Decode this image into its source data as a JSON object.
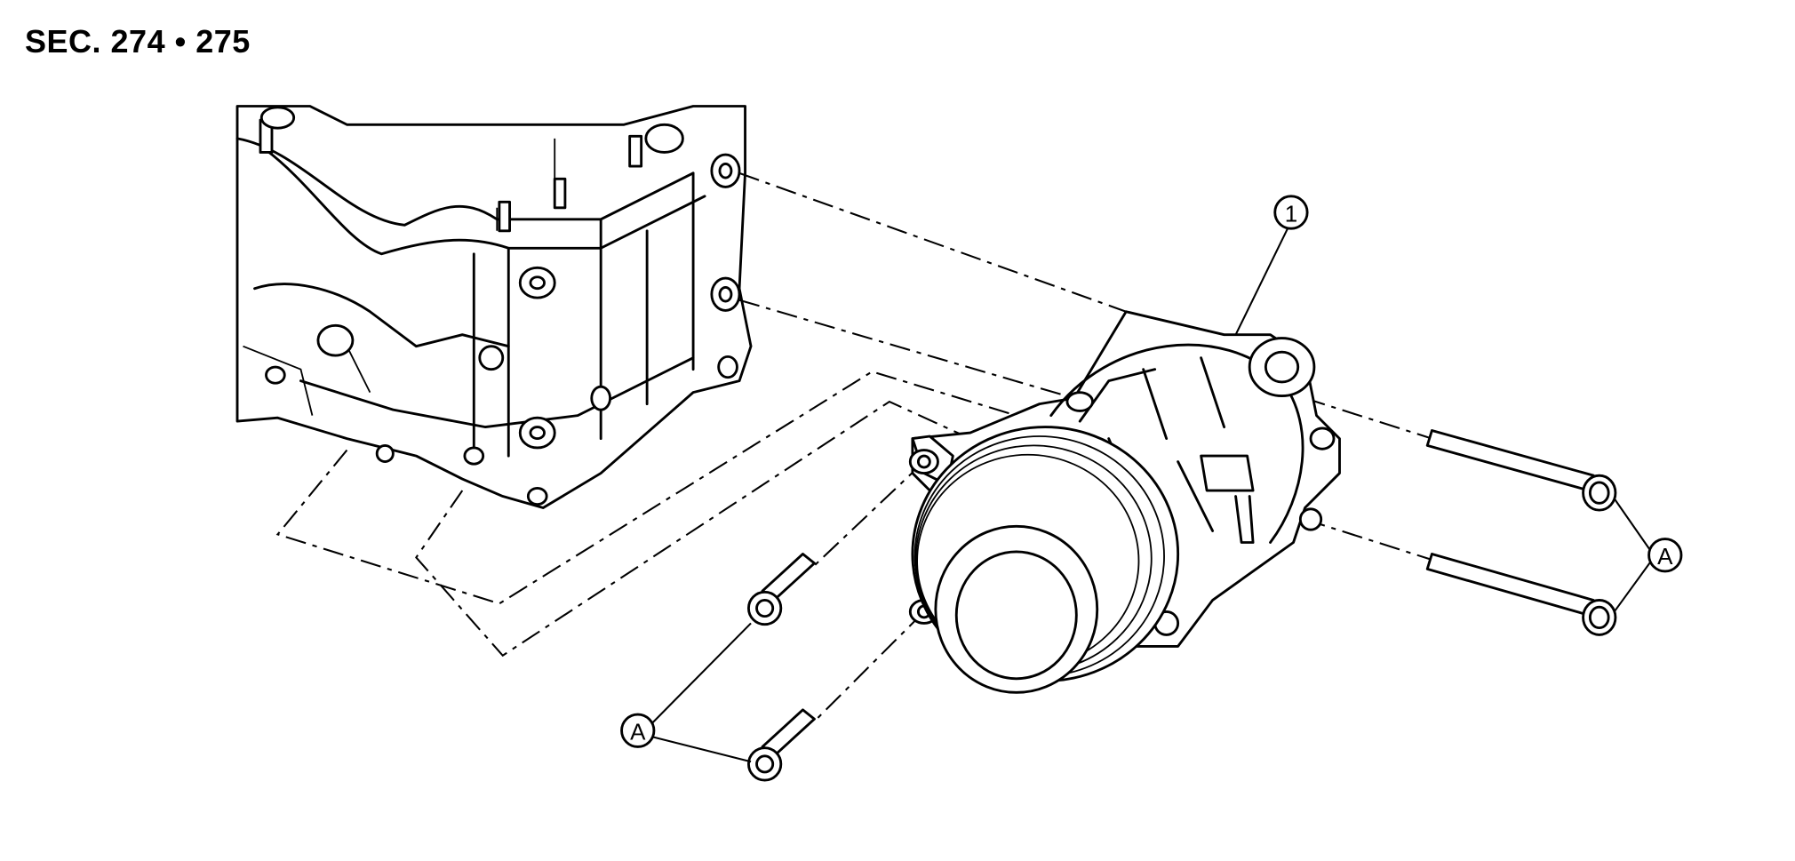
{
  "header": {
    "section_title": "SEC. 274 • 275"
  },
  "callouts": {
    "part_1": "1",
    "bolt_a_left": "A",
    "bolt_a_right": "A"
  },
  "parts": [
    "engine-block",
    "compressor",
    "compressor-bolts"
  ]
}
